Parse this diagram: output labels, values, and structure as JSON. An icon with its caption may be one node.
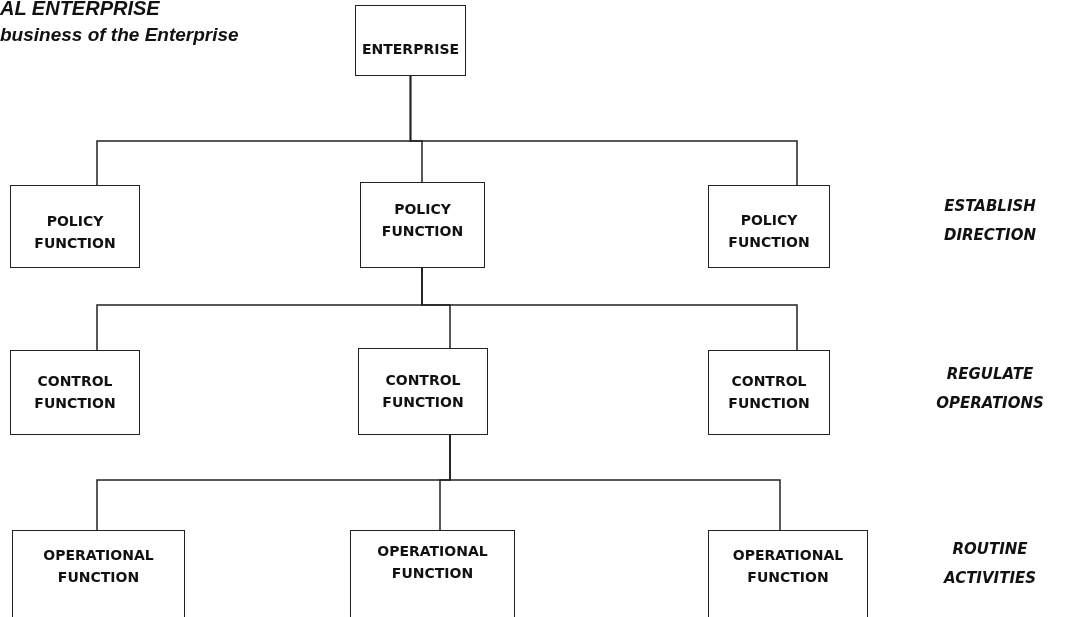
{
  "diagram": {
    "title": "AL ENTERPRISE",
    "nodes": [
      {
        "text": [
          "ENTERPRISE"
        ]
      },
      {
        "text": [
          "POLICY FUNCTION"
        ]
      },
      {
        "text": [
          "POLICY FUNCTION"
        ]
      },
      {
        "text": [
          "POLICY FUNCTION"
        ]
      },
      {
        "text": [
          "CONTROL FUNCTION"
        ]
      },
      {
        "text": [
          "CONTROL FUNCTION"
        ]
      },
      {
        "text": [
          "CONTROL FUNCTION"
        ]
      },
      {
        "text": [
          "OPERATIONAL FUNCTION"
        ]
      },
      {
        "text": [
          "OPERATIONAL FUNCTION"
        ]
      },
      {
        "text": [
          "OPERATIONAL FUNCTION"
        ]
      }
    ],
    "edges": [
      {
        "from": 0,
        "to": 1,
        "arrow": "none"
      },
      {
        "from": 0,
        "to": 2,
        "arrow": "none"
      },
      {
        "from": 0,
        "to": 3,
        "arrow": "none"
      },
      {
        "from": 2,
        "to": 4,
        "arrow": "none"
      },
      {
        "from": 2,
        "to": 5,
        "arrow": "none"
      },
      {
        "from": 2,
        "to": 6,
        "arrow": "none"
      },
      {
        "from": 5,
        "to": 7,
        "arrow": "none"
      },
      {
        "from": 5,
        "to": 8,
        "arrow": "none"
      },
      {
        "from": 5,
        "to": 9,
        "arrow": "none"
      }
    ],
    "labels": [
      "business of the Enterprise",
      "ESTABLISH DIRECTION",
      "REGULATE OPERATIONS",
      "ROUTINE ACTIVITIES"
    ]
  }
}
